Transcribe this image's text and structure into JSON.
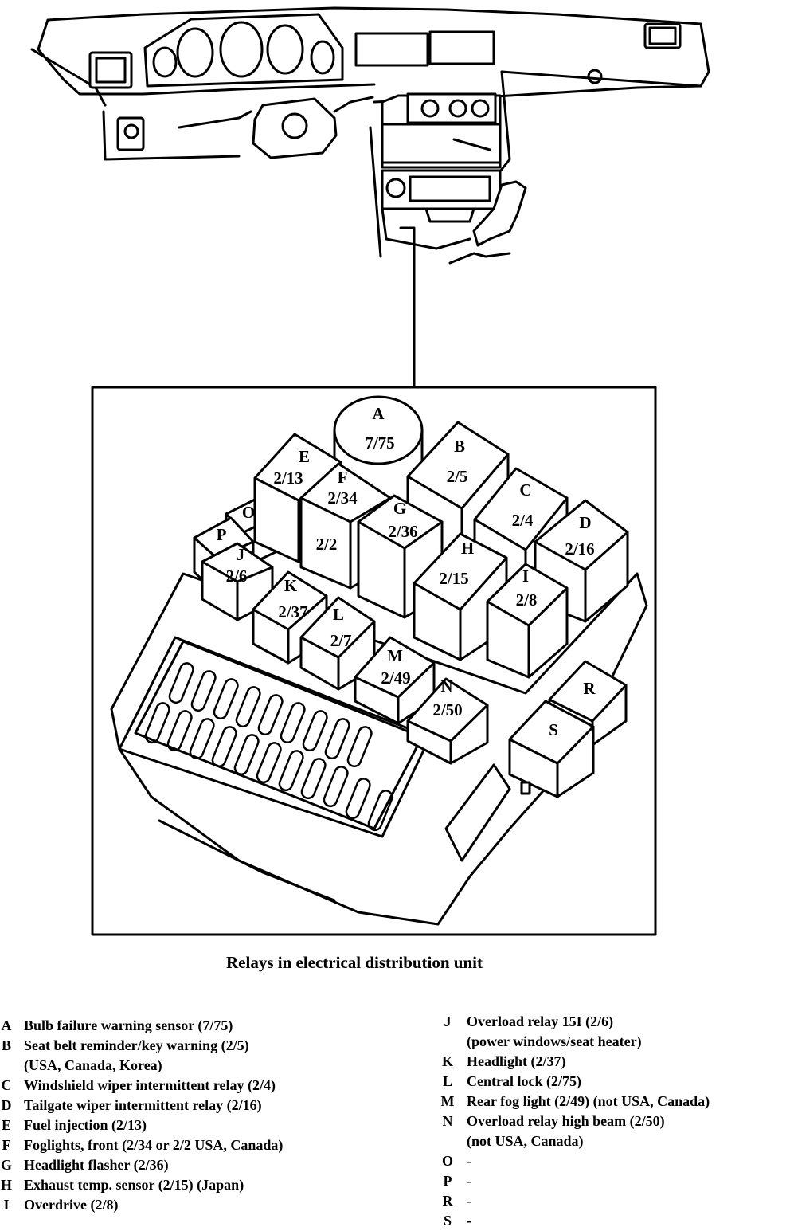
{
  "caption": "Relays in electrical distribution unit",
  "relays": {
    "A": {
      "letter": "A",
      "code": "7/75"
    },
    "B": {
      "letter": "B",
      "code": "2/5"
    },
    "C": {
      "letter": "C",
      "code": "2/4"
    },
    "D": {
      "letter": "D",
      "code": "2/16"
    },
    "E": {
      "letter": "E",
      "code": "2/13"
    },
    "F": {
      "letter": "F",
      "code": "2/34",
      "code2": "2/2"
    },
    "G": {
      "letter": "G",
      "code": "2/36"
    },
    "H": {
      "letter": "H",
      "code": "2/15"
    },
    "I": {
      "letter": "I",
      "code": "2/8"
    },
    "J": {
      "letter": "J",
      "code": "2/6"
    },
    "K": {
      "letter": "K",
      "code": "2/37"
    },
    "L": {
      "letter": "L",
      "code": "2/7"
    },
    "M": {
      "letter": "M",
      "code": "2/49"
    },
    "N": {
      "letter": "N",
      "code": "2/50"
    },
    "O": {
      "letter": "O"
    },
    "P": {
      "letter": "P"
    },
    "R": {
      "letter": "R"
    },
    "S": {
      "letter": "S"
    }
  },
  "legend_left": [
    {
      "key": "A",
      "text": "Bulb failure warning sensor (7/75)"
    },
    {
      "key": "B",
      "text": "Seat belt reminder/key warning (2/5)"
    },
    {
      "key": "",
      "text": "(USA, Canada, Korea)"
    },
    {
      "key": "C",
      "text": "Windshield wiper intermittent relay (2/4)"
    },
    {
      "key": "D",
      "text": "Tailgate wiper intermittent relay (2/16)"
    },
    {
      "key": "E",
      "text": "Fuel injection (2/13)"
    },
    {
      "key": "F",
      "text": "Foglights, front (2/34 or 2/2 USA, Canada)"
    },
    {
      "key": "G",
      "text": "Headlight flasher (2/36)"
    },
    {
      "key": "H",
      "text": "Exhaust temp. sensor (2/15) (Japan)"
    },
    {
      "key": "I",
      "text": "Overdrive (2/8)"
    }
  ],
  "legend_right": [
    {
      "key": "J",
      "text": "Overload relay 15I (2/6)"
    },
    {
      "key": "",
      "text": "(power windows/seat heater)"
    },
    {
      "key": "K",
      "text": "Headlight (2/37)"
    },
    {
      "key": "L",
      "text": "Central lock (2/75)"
    },
    {
      "key": "M",
      "text": "Rear fog light (2/49) (not USA, Canada)"
    },
    {
      "key": "N",
      "text": "Overload relay high beam (2/50)"
    },
    {
      "key": "",
      "text": "(not USA, Canada)"
    },
    {
      "key": "O",
      "text": "-"
    },
    {
      "key": "P",
      "text": "-"
    },
    {
      "key": "R",
      "text": "-"
    },
    {
      "key": "S",
      "text": "-"
    }
  ]
}
